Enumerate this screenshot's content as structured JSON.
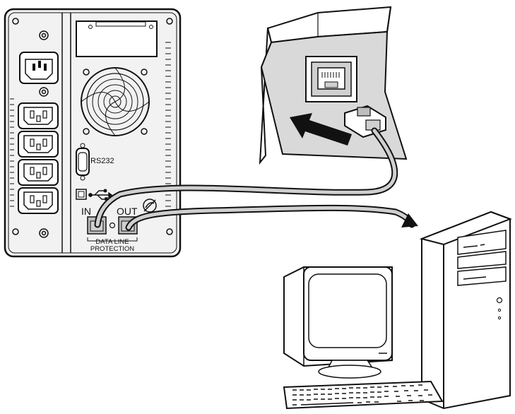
{
  "ups": {
    "serial_label": "RS232",
    "in_label": "IN",
    "out_label": "OUT",
    "data_line_label_1": "DATA LINE",
    "data_line_label_2": "PROTECTION"
  },
  "icons": {
    "usb": "usb-icon",
    "phone": "phone-icon",
    "arrow": "arrow-icon"
  },
  "colors": {
    "line": "#111111",
    "panel_fill": "#f2f2f2",
    "wall_fill": "#d9d9d9",
    "port_fill": "#bdbdbd",
    "cable_fill": "#cfcfcf"
  }
}
